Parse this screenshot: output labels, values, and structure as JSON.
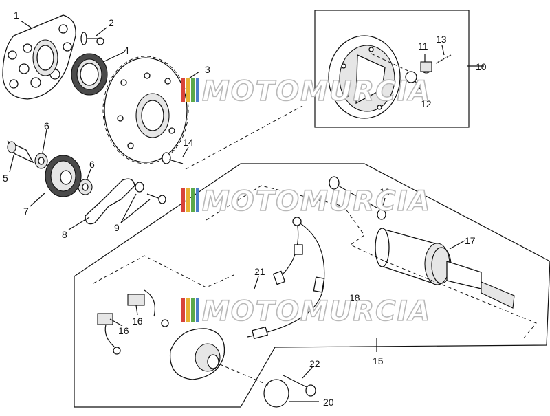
{
  "diagram": {
    "labels": {
      "p1": "1",
      "p2": "2",
      "p3": "3",
      "p4": "4",
      "p5": "5",
      "p6a": "6",
      "p6b": "6",
      "p7": "7",
      "p8": "8",
      "p9": "9",
      "p10": "10",
      "p11": "11",
      "p12": "12",
      "p13": "13",
      "p14": "14",
      "p15": "15",
      "p16a": "16",
      "p16b": "16",
      "p17": "17",
      "p18": "18",
      "p19": "19",
      "p20": "20",
      "p21": "21",
      "p22": "22"
    },
    "watermark": {
      "text": "MOTOMURCIA",
      "colors": [
        "#d8443a",
        "#e6b030",
        "#5aa84a",
        "#4a7ec8"
      ]
    }
  }
}
